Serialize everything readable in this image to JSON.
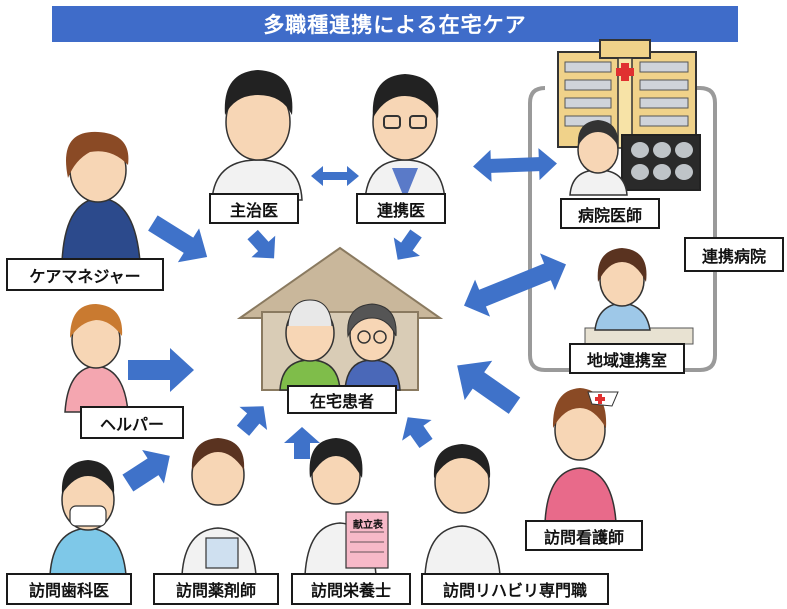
{
  "title": "多職種連携による在宅ケア",
  "colors": {
    "title_bg": "#3f6cc9",
    "arrow": "#3f72c9",
    "house_roof": "#c9b79b",
    "house_wall": "#d9ccb6",
    "hospital": "#f0d28a",
    "hospital_cross": "#e03030",
    "bracket": "#9a9a9a"
  },
  "icons": [
    "doctor-icon",
    "nurse-icon",
    "pharmacist-icon",
    "dentist-icon",
    "house-icon",
    "hospital-icon",
    "patients-icon"
  ],
  "labels": {
    "attending": "主治医",
    "cooperating": "連携医",
    "hospital_doctor": "病院医師",
    "partner_hospital": "連携病院",
    "care_manager": "ケアマネジャー",
    "regional_office": "地域連携室",
    "patient": "在宅患者",
    "helper": "ヘルパー",
    "visiting_nurse": "訪問看護師",
    "dentist": "訪問歯科医",
    "pharmacist": "訪問薬剤師",
    "nutritionist": "訪問栄養士",
    "rehab": "訪問リハビリ専門職",
    "menu_card": "献立表"
  }
}
